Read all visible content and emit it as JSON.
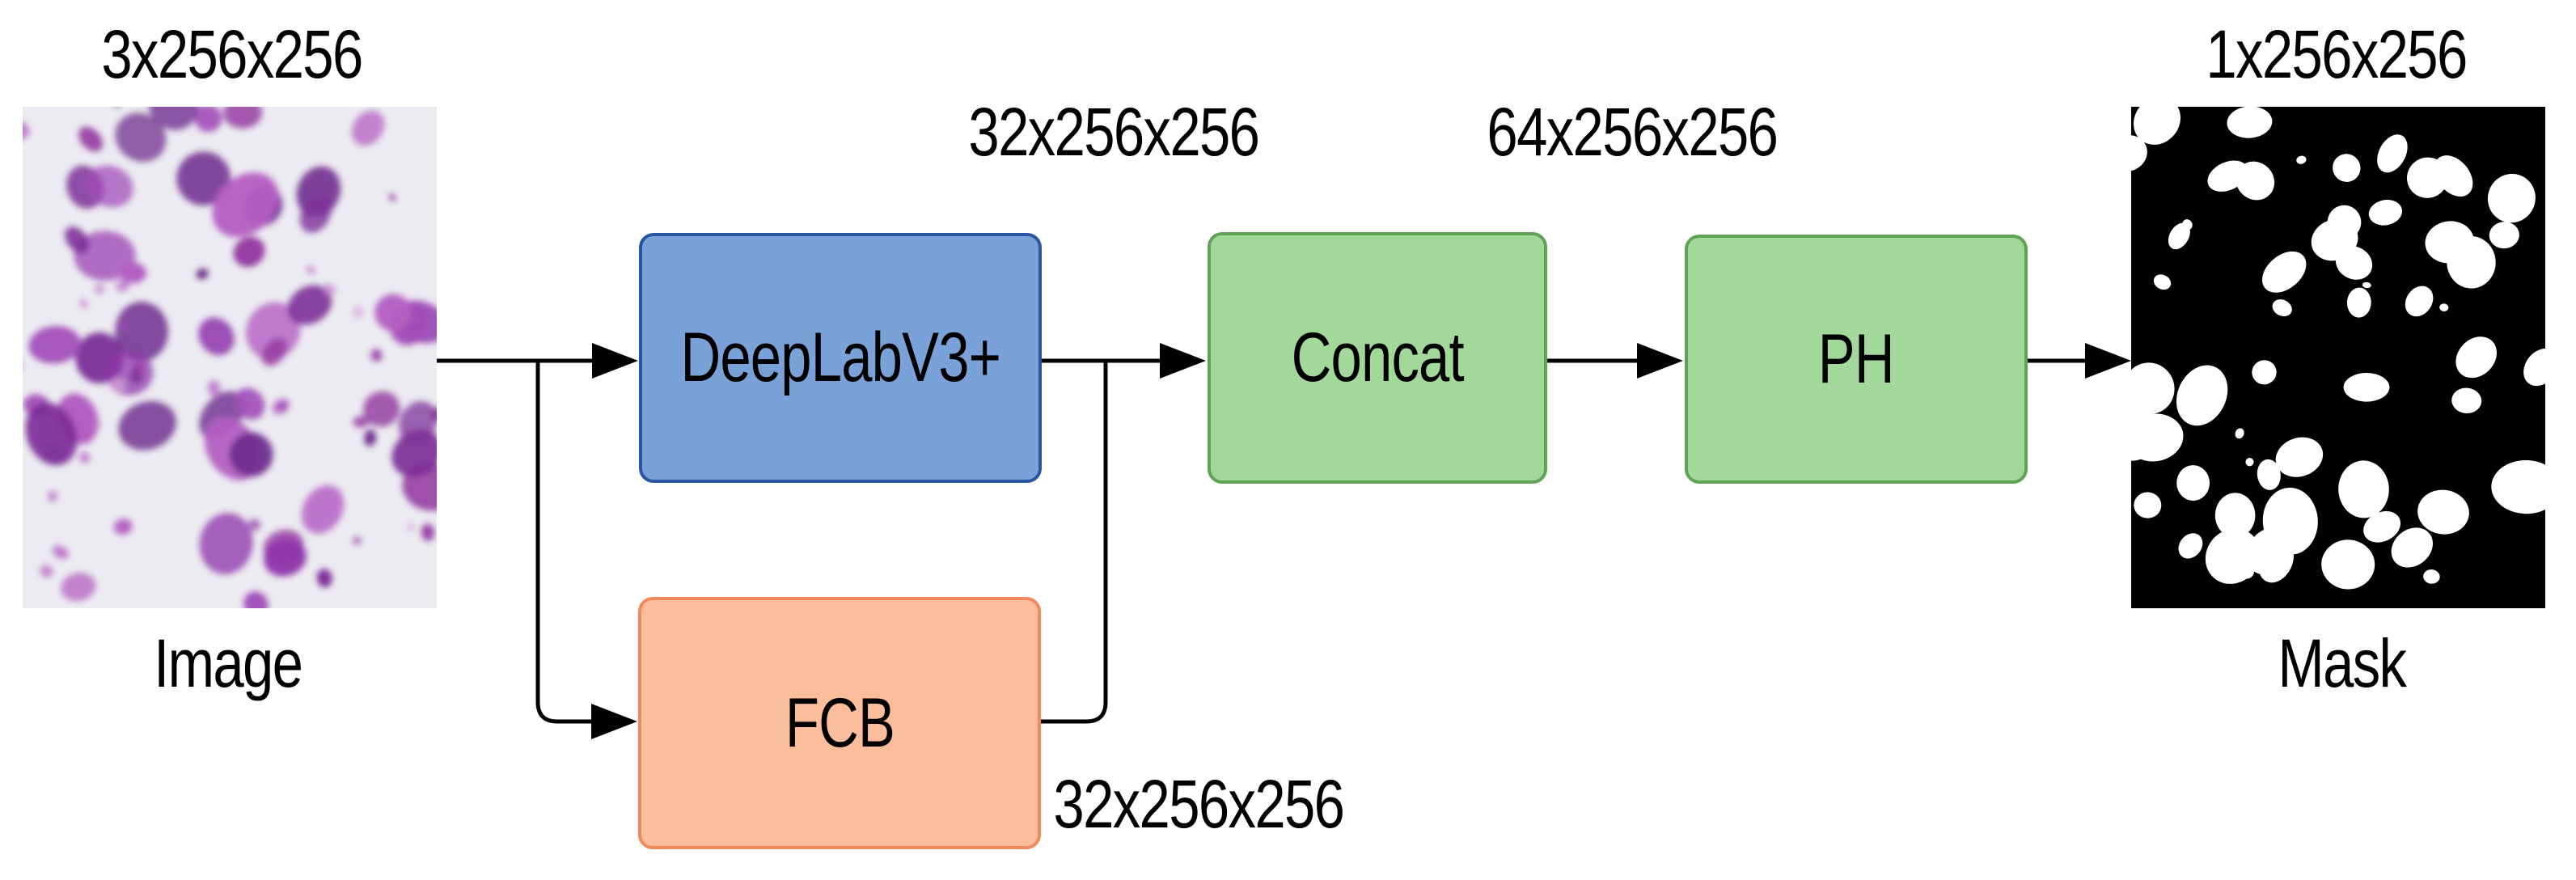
{
  "diagram": {
    "background": "#ffffff",
    "line_color": "#000000",
    "text_color": "#000000",
    "input": {
      "dims_label": "3x256x256",
      "caption": "Image",
      "description": "microscopy photo of purple-stained cells on pale background"
    },
    "output": {
      "dims_label": "1x256x256",
      "caption": "Mask",
      "description": "binary segmentation mask, white cell blobs on black"
    },
    "nodes": [
      {
        "label": "DeepLabV3+",
        "fill": "#7ba2d8",
        "border": "#2a55a0"
      },
      {
        "label": "FCB",
        "fill": "#fcbd9d",
        "border": "#f08a5c"
      },
      {
        "label": "Concat",
        "fill": "#a3d89b",
        "border": "#61a258"
      },
      {
        "label": "PH",
        "fill": "#a3d89b",
        "border": "#61a258"
      }
    ],
    "wire_labels": {
      "deeplab_out": "32x256x256",
      "fcb_out": "32x256x256",
      "concat_out": "64x256x256"
    }
  }
}
